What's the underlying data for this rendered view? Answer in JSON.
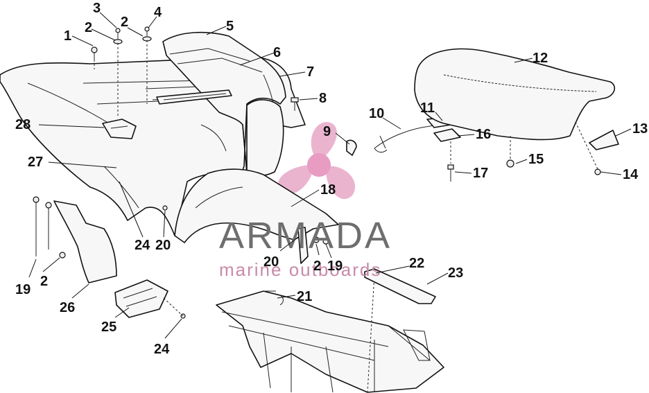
{
  "watermark": {
    "brand": "ARMADA",
    "tagline": "marine outboards",
    "colors": {
      "brand_text": "#6e6e6e",
      "logo_pink": "#e7a7c7",
      "tagline": "#c98aa9"
    }
  },
  "callouts": {
    "c1": "1",
    "c2a": "2",
    "c2b": "2",
    "c2c": "2",
    "c2d": "2",
    "c3": "3",
    "c4": "4",
    "c5": "5",
    "c6": "6",
    "c7": "7",
    "c8": "8",
    "c9": "9",
    "c10": "10",
    "c11": "11",
    "c12": "12",
    "c13": "13",
    "c14": "14",
    "c15": "15",
    "c16": "16",
    "c17": "17",
    "c18": "18",
    "c19a": "19",
    "c19b": "19",
    "c20a": "20",
    "c20b": "20",
    "c21": "21",
    "c22": "22",
    "c23": "23",
    "c24a": "24",
    "c24b": "24",
    "c25": "25",
    "c26": "26",
    "c27": "27",
    "c28": "28"
  }
}
